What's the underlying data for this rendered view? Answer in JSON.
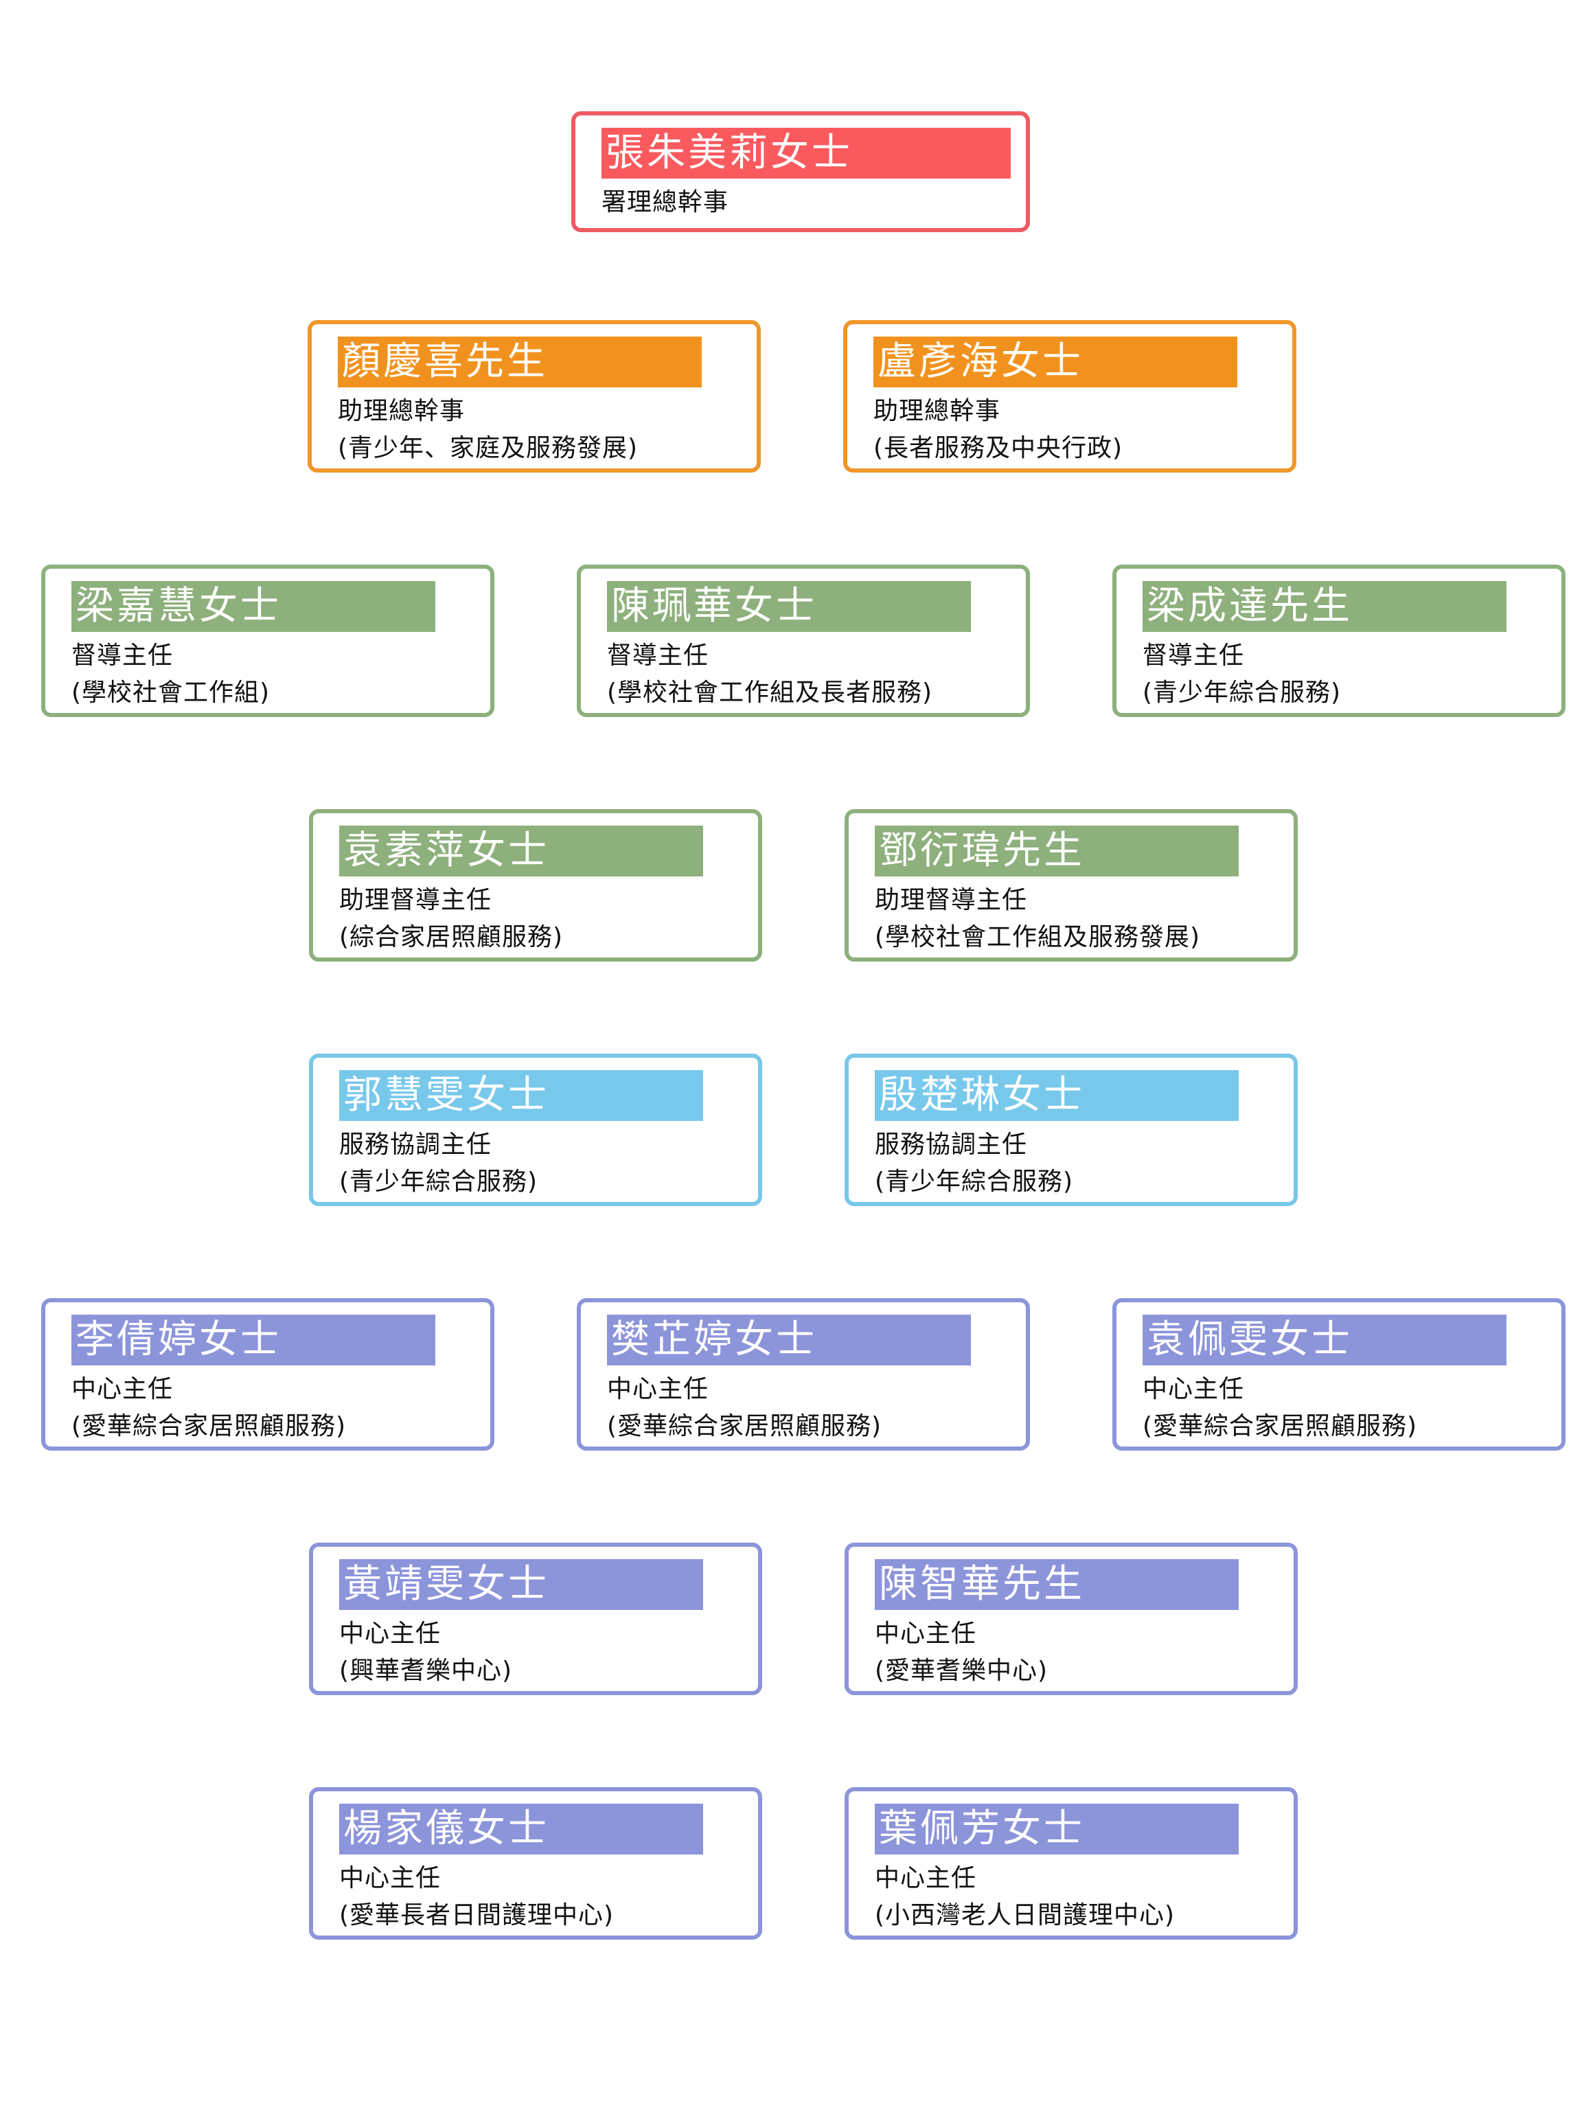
{
  "colors": {
    "director": "#fa5a5e",
    "assistant_director": "#f2921e",
    "supervisor": "#8db07c",
    "coordinator": "#78c8ec",
    "centre_head": "#8c94da"
  },
  "head": {
    "name": "張朱美莉女士",
    "title": "署理總幹事"
  },
  "assistant_directors": [
    {
      "name": "顏慶喜先生",
      "title": "助理總幹事",
      "dept": "(青少年、家庭及服務發展)"
    },
    {
      "name": "盧彥海女士",
      "title": "助理總幹事",
      "dept": "(長者服務及中央行政)"
    }
  ],
  "supervisors": [
    {
      "name": "梁嘉慧女士",
      "title": "督導主任",
      "dept": "(學校社會工作組)"
    },
    {
      "name": "陳珮華女士",
      "title": "督導主任",
      "dept": "(學校社會工作組及長者服務)"
    },
    {
      "name": "梁成達先生",
      "title": "督導主任",
      "dept": "(青少年綜合服務)"
    }
  ],
  "assistant_supervisors": [
    {
      "name": "袁素萍女士",
      "title": "助理督導主任",
      "dept": "(綜合家居照顧服務)"
    },
    {
      "name": "鄧衍瑋先生",
      "title": "助理督導主任",
      "dept": "(學校社會工作組及服務發展)"
    }
  ],
  "coordinators": [
    {
      "name": "郭慧雯女士",
      "title": "服務協調主任",
      "dept": "(青少年綜合服務)"
    },
    {
      "name": "殷楚琳女士",
      "title": "服務協調主任",
      "dept": "(青少年綜合服務)"
    }
  ],
  "centre_heads_1": [
    {
      "name": "李倩婷女士",
      "title": "中心主任",
      "dept": "(愛華綜合家居照顧服務)"
    },
    {
      "name": "樊芷婷女士",
      "title": "中心主任",
      "dept": "(愛華綜合家居照顧服務)"
    },
    {
      "name": "袁佩雯女士",
      "title": "中心主任",
      "dept": "(愛華綜合家居照顧服務)"
    }
  ],
  "centre_heads_2": [
    {
      "name": "黃靖雯女士",
      "title": "中心主任",
      "dept": "(興華耆樂中心)"
    },
    {
      "name": "陳智華先生",
      "title": "中心主任",
      "dept": "(愛華耆樂中心)"
    }
  ],
  "centre_heads_3": [
    {
      "name": "楊家儀女士",
      "title": "中心主任",
      "dept": "(愛華長者日間護理中心)"
    },
    {
      "name": "葉佩芳女士",
      "title": "中心主任",
      "dept": "(小西灣老人日間護理中心)"
    }
  ]
}
